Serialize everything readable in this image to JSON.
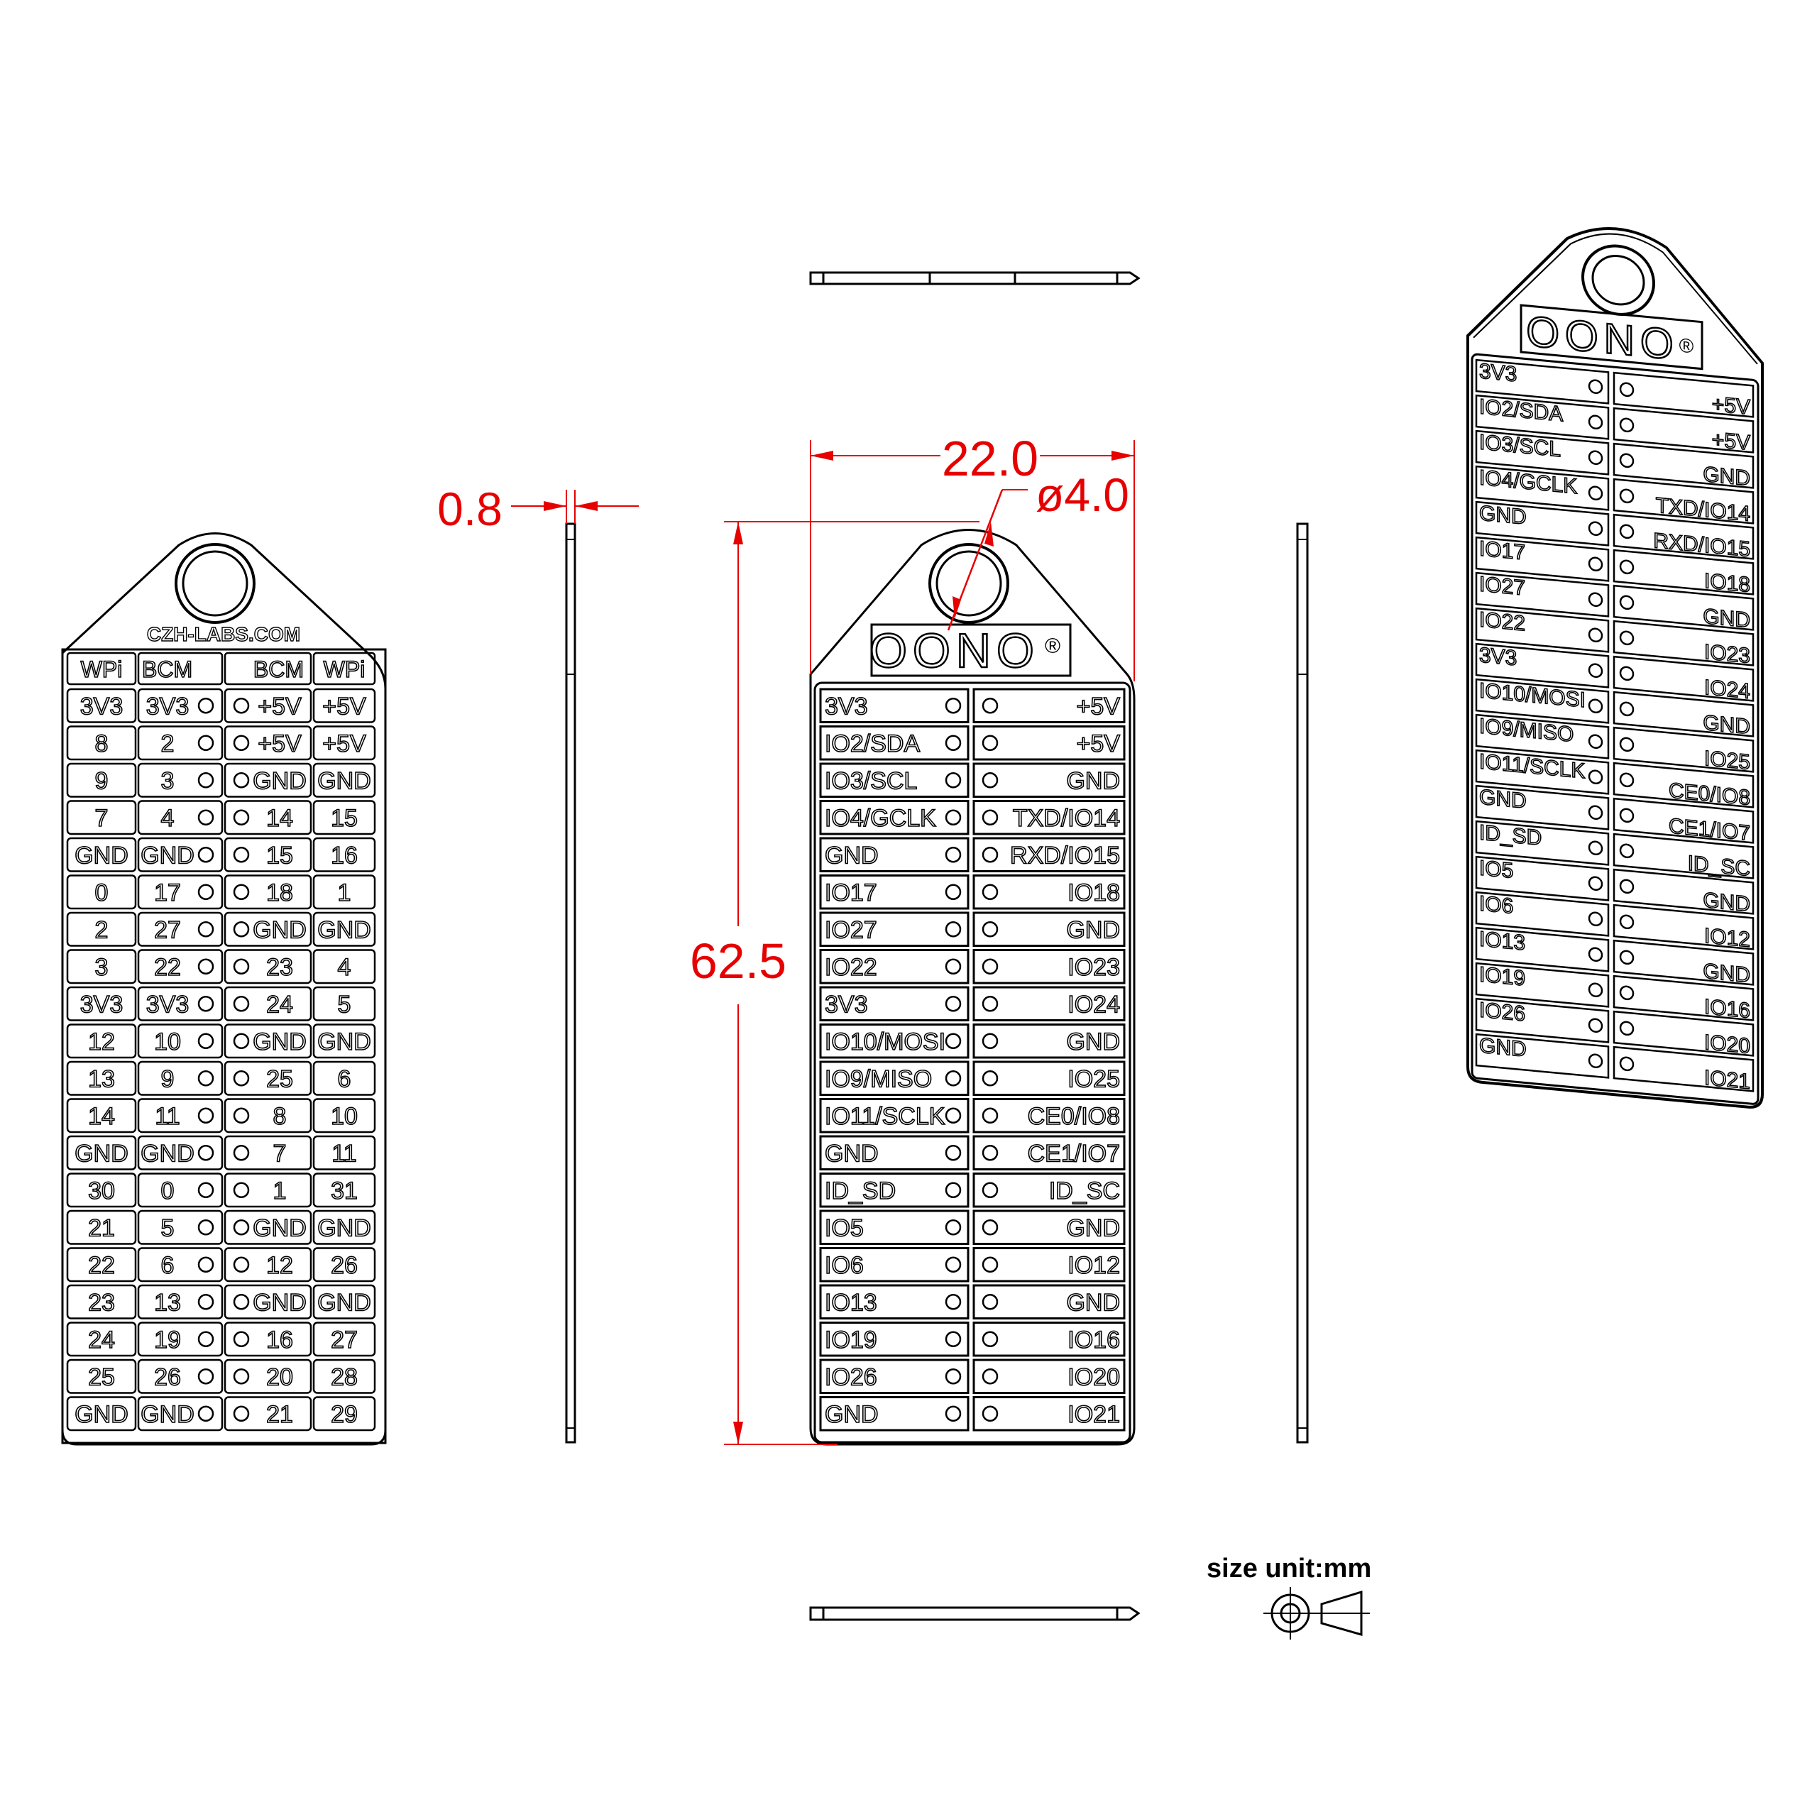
{
  "dimensions": {
    "thickness": "0.8",
    "width": "22.0",
    "hole": "ø4.0",
    "height": "62.5",
    "unit_note": "size unit:mm"
  },
  "colors": {
    "ink": "#000000",
    "dimension": "#e60000",
    "background": "#ffffff"
  },
  "left_tag": {
    "brand": "CZH-LABS.COM",
    "headers": [
      "WPi",
      "BCM",
      "BCM",
      "WPi"
    ],
    "rows": [
      [
        "3V3",
        "3V3",
        "+5V",
        "+5V"
      ],
      [
        "8",
        "2",
        "+5V",
        "+5V"
      ],
      [
        "9",
        "3",
        "GND",
        "GND"
      ],
      [
        "7",
        "4",
        "14",
        "15"
      ],
      [
        "GND",
        "GND",
        "15",
        "16"
      ],
      [
        "0",
        "17",
        "18",
        "1"
      ],
      [
        "2",
        "27",
        "GND",
        "GND"
      ],
      [
        "3",
        "22",
        "23",
        "4"
      ],
      [
        "3V3",
        "3V3",
        "24",
        "5"
      ],
      [
        "12",
        "10",
        "GND",
        "GND"
      ],
      [
        "13",
        "9",
        "25",
        "6"
      ],
      [
        "14",
        "11",
        "8",
        "10"
      ],
      [
        "GND",
        "GND",
        "7",
        "11"
      ],
      [
        "30",
        "0",
        "1",
        "31"
      ],
      [
        "21",
        "5",
        "GND",
        "GND"
      ],
      [
        "22",
        "6",
        "12",
        "26"
      ],
      [
        "23",
        "13",
        "GND",
        "GND"
      ],
      [
        "24",
        "19",
        "16",
        "27"
      ],
      [
        "25",
        "26",
        "20",
        "28"
      ],
      [
        "GND",
        "GND",
        "21",
        "29"
      ]
    ]
  },
  "center_tag": {
    "logo": "OONO",
    "logo_mark": "®",
    "rows": [
      [
        "3V3",
        "+5V"
      ],
      [
        "IO2/SDA",
        "+5V"
      ],
      [
        "IO3/SCL",
        "GND"
      ],
      [
        "IO4/GCLK",
        "TXD/IO14"
      ],
      [
        "GND",
        "RXD/IO15"
      ],
      [
        "IO17",
        "IO18"
      ],
      [
        "IO27",
        "GND"
      ],
      [
        "IO22",
        "IO23"
      ],
      [
        "3V3",
        "IO24"
      ],
      [
        "IO10/MOSI",
        "GND"
      ],
      [
        "IO9/MISO",
        "IO25"
      ],
      [
        "IO11/SCLK",
        "CE0/IO8"
      ],
      [
        "GND",
        "CE1/IO7"
      ],
      [
        "ID_SD",
        "ID_SC"
      ],
      [
        "IO5",
        "GND"
      ],
      [
        "IO6",
        "IO12"
      ],
      [
        "IO13",
        "GND"
      ],
      [
        "IO19",
        "IO16"
      ],
      [
        "IO26",
        "IO20"
      ],
      [
        "GND",
        "IO21"
      ]
    ]
  },
  "projection_symbol": "first-angle-projection-icon"
}
